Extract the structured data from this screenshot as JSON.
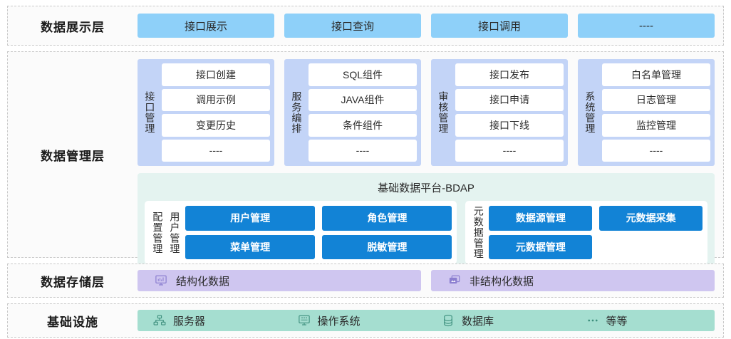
{
  "colors": {
    "presentation_box": "#8ed0f9",
    "management_col": "#c3d4f7",
    "bdap_bg": "#e4f3f0",
    "bdap_button": "#1283d6",
    "storage_box": "#cfc6f0",
    "infra_bar": "#a5ded0",
    "panel_bg": "#fbfbfb",
    "panel_border": "#c9c9c9"
  },
  "layers": {
    "presentation": {
      "title": "数据展示层",
      "boxes": [
        {
          "label": "接口展示"
        },
        {
          "label": "接口查询"
        },
        {
          "label": "接口调用"
        },
        {
          "label": "----"
        }
      ]
    },
    "management": {
      "title": "数据管理层",
      "columns": [
        {
          "vlabel": "接口管理",
          "items": [
            "接口创建",
            "调用示例",
            "变更历史",
            "----"
          ]
        },
        {
          "vlabel": "服务编排",
          "items": [
            "SQL组件",
            "JAVA组件",
            "条件组件",
            "----"
          ]
        },
        {
          "vlabel": "审核管理",
          "items": [
            "接口发布",
            "接口申请",
            "接口下线",
            "----"
          ]
        },
        {
          "vlabel": "系统管理",
          "items": [
            "白名单管理",
            "日志管理",
            "监控管理",
            "----"
          ]
        }
      ],
      "bdap": {
        "title": "基础数据平台-BDAP",
        "groups": [
          {
            "vlabels": [
              "配置管理",
              "用户管理"
            ],
            "buttons": [
              "用户管理",
              "角色管理",
              "菜单管理",
              "脱敏管理"
            ]
          },
          {
            "vlabels": [
              "元数据管理"
            ],
            "buttons": [
              "数据源管理",
              "元数据采集",
              "元数据管理",
              ""
            ]
          }
        ]
      }
    },
    "storage": {
      "title": "数据存储层",
      "boxes": [
        {
          "label": "结构化数据",
          "icon": "monitor-chart-icon"
        },
        {
          "label": "非结构化数据",
          "icon": "media-stack-icon"
        }
      ]
    },
    "infrastructure": {
      "title": "基础设施",
      "items": [
        {
          "label": "服务器",
          "icon": "server-network-icon"
        },
        {
          "label": "操作系统",
          "icon": "desktop-monitor-icon"
        },
        {
          "label": "数据库",
          "icon": "database-icon"
        },
        {
          "label": "等等",
          "icon": "ellipsis-icon"
        }
      ]
    }
  }
}
